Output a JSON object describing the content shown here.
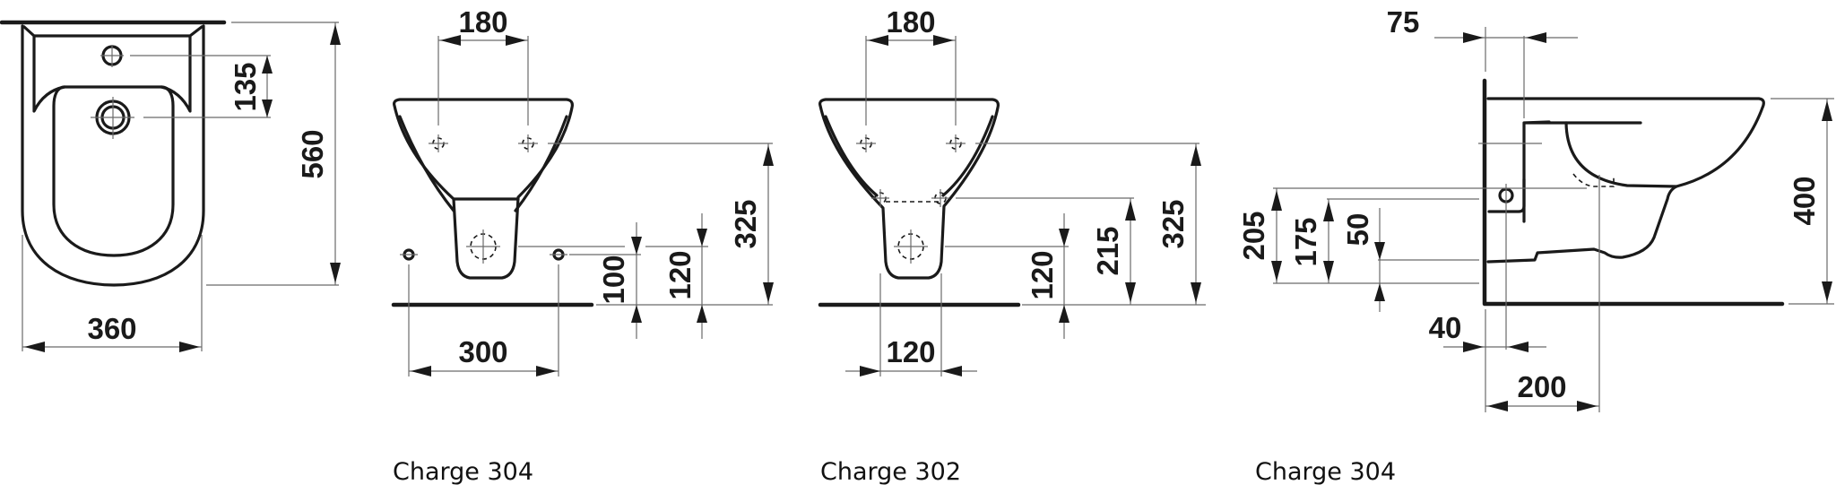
{
  "drawing": {
    "views": [
      {
        "id": "top-view",
        "dimensions": {
          "width": "360",
          "depth": "560",
          "tap_hole_to_drain": "135"
        }
      },
      {
        "id": "front-view-charge-304",
        "caption": "Charge 304",
        "dimensions": {
          "fixing_hole_spacing": "180",
          "lower_fixing_spacing": "300",
          "lower_fixing_height": "100",
          "drain_height": "120",
          "upper_fixing_height": "325"
        }
      },
      {
        "id": "front-view-charge-302",
        "caption": "Charge 302",
        "dimensions": {
          "fixing_hole_spacing": "180",
          "drain_width": "120",
          "drain_height": "120",
          "mid_fixing_height": "215",
          "upper_fixing_height": "325"
        }
      },
      {
        "id": "side-view-charge-304",
        "caption": "Charge 304",
        "dimensions": {
          "wall_offset": "75",
          "height_205": "205",
          "height_175": "175",
          "height_50": "50",
          "offset_40": "40",
          "offset_200": "200",
          "rim_height": "400"
        }
      }
    ]
  },
  "colors": {
    "line": "#1a1a1a",
    "dimension_line": "#6a6a6a",
    "background": "#ffffff"
  }
}
